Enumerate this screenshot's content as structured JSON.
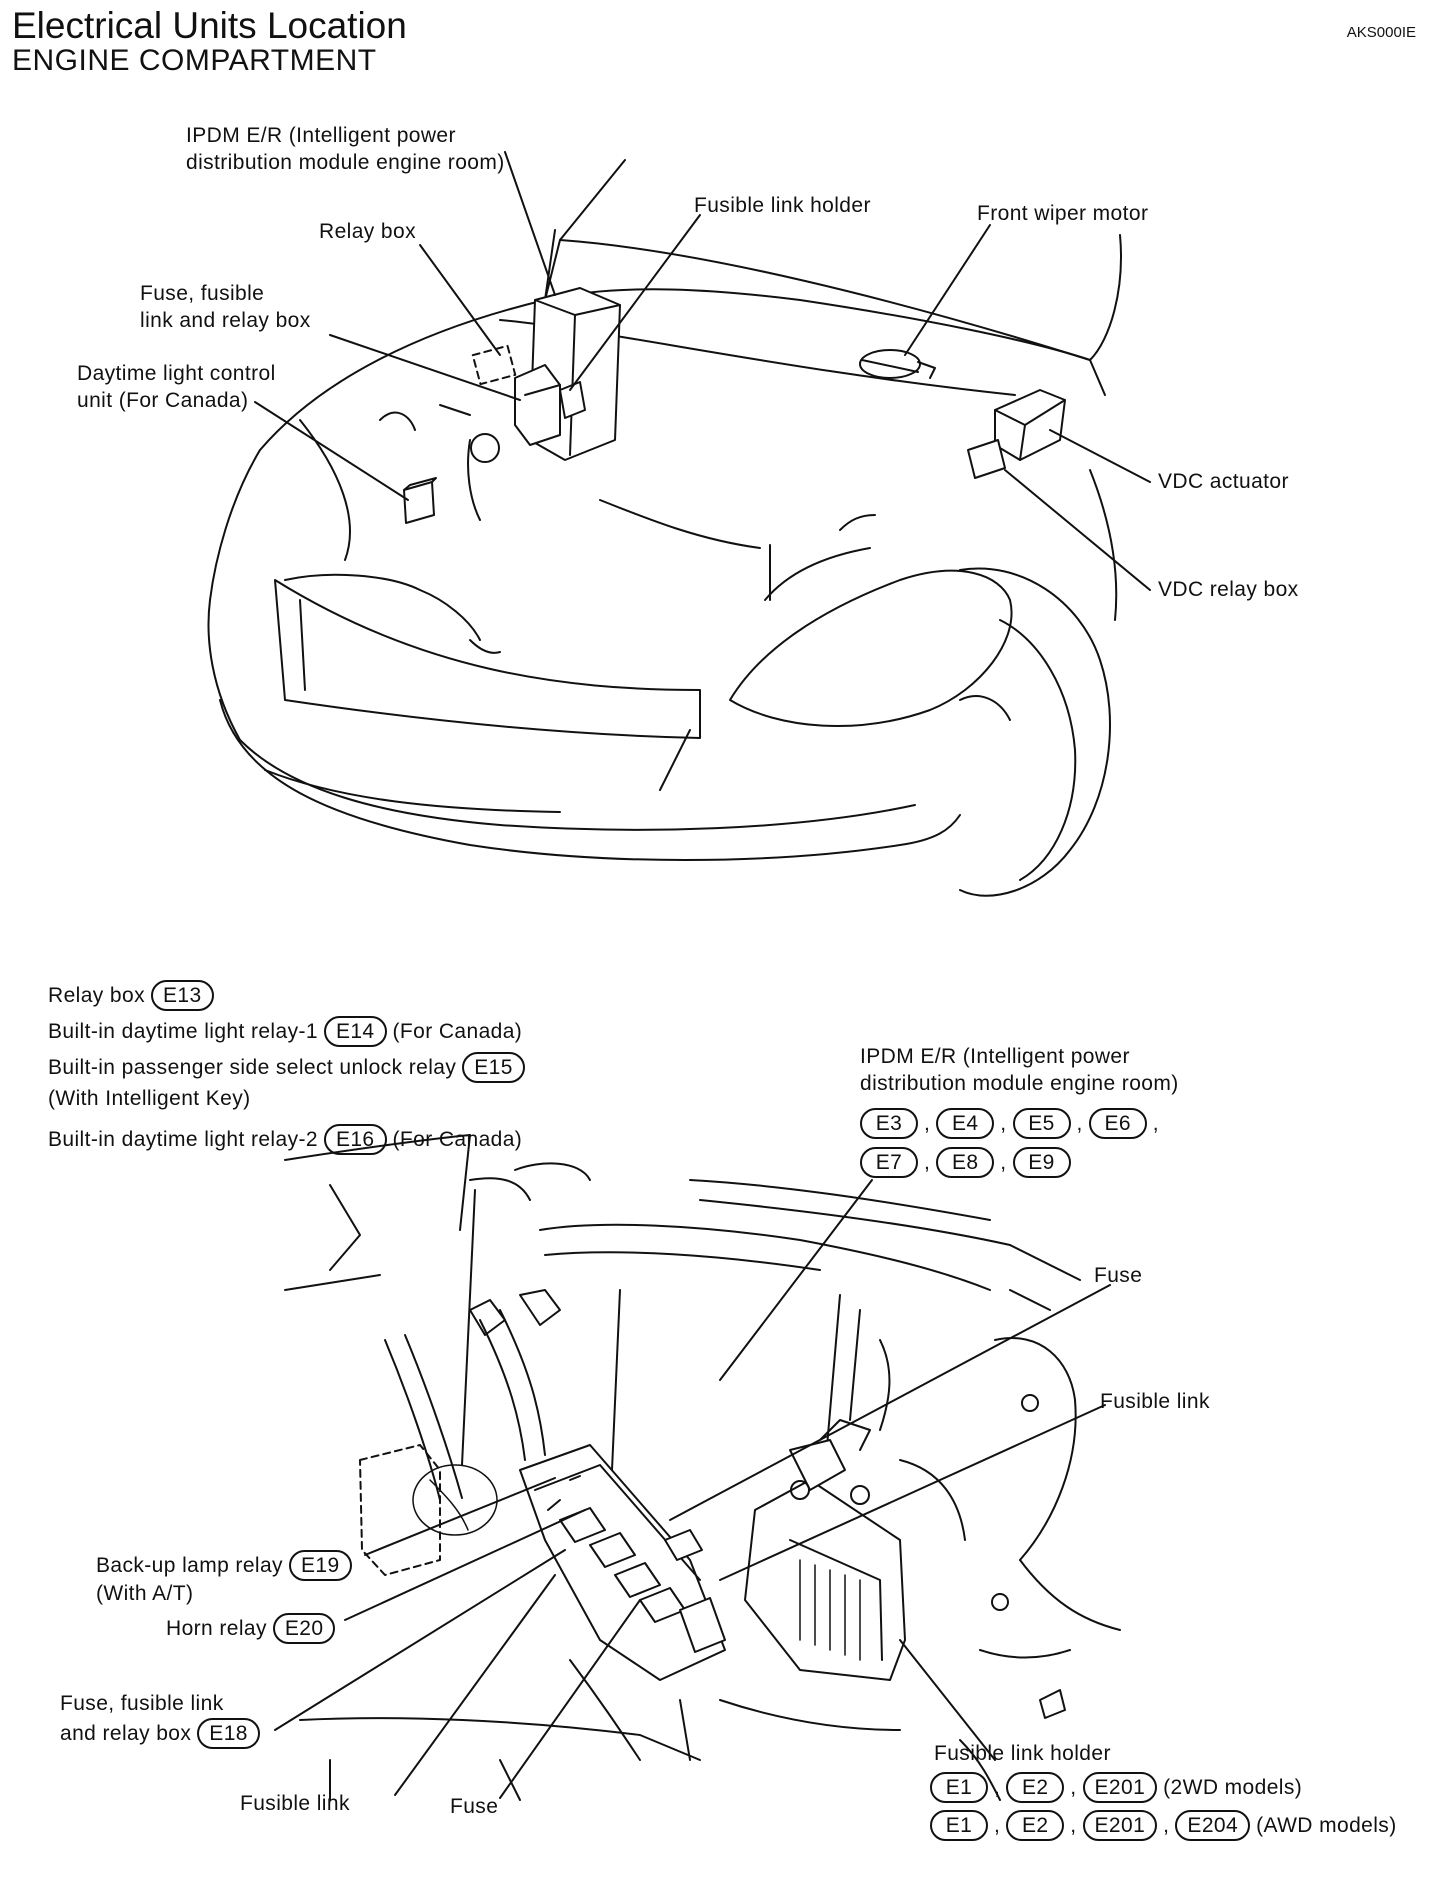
{
  "header": {
    "title": "Electrical Units Location",
    "subtitle": "ENGINE COMPARTMENT",
    "code": "AKS000IE"
  },
  "top_labels": {
    "ipdm_line1": "IPDM E/R (Intelligent power",
    "ipdm_line2": "distribution module engine room)",
    "fusible_link_holder": "Fusible link holder",
    "front_wiper_motor": "Front wiper motor",
    "relay_box": "Relay box",
    "fuse_box_line1": "Fuse, fusible",
    "fuse_box_line2": "link and relay box",
    "daytime_line1": "Daytime light control",
    "daytime_line2": "unit (For Canada)",
    "vdc_actuator": "VDC actuator",
    "vdc_relay_box": "VDC relay box"
  },
  "relay_list": {
    "relay_box": "Relay box",
    "relay_box_tag": "E13",
    "drl1": "Built-in daytime light relay-1",
    "drl1_tag": "E14",
    "drl1_note": "(For Canada)",
    "unlock": "Built-in passenger side select unlock relay",
    "unlock_tag": "E15",
    "unlock_note": "(With Intelligent Key)",
    "drl2": "Built-in daytime light relay-2",
    "drl2_tag": "E16",
    "drl2_note": "(For Canada)"
  },
  "ipdm_block": {
    "line1": "IPDM E/R (Intelligent power",
    "line2": "distribution module engine room)",
    "row1": [
      "E3",
      "E4",
      "E5",
      "E6"
    ],
    "row2": [
      "E7",
      "E8",
      "E9"
    ],
    "sep": ","
  },
  "bottom_labels": {
    "fuse": "Fuse",
    "fusible_link": "Fusible link",
    "backup_line1": "Back-up lamp relay",
    "backup_tag": "E19",
    "backup_line2": "(With A/T)",
    "horn": "Horn relay",
    "horn_tag": "E20",
    "fuse_box_line1": "Fuse, fusible link",
    "fuse_box_line2": "and relay box",
    "fuse_box_tag": "E18",
    "fusible_link_bottom": "Fusible link",
    "fuse_bottom": "Fuse",
    "holder": "Fusible link holder",
    "holder_2wd": [
      "E1",
      "E2",
      "E201"
    ],
    "holder_2wd_note": "(2WD models)",
    "holder_awd": [
      "E1",
      "E2",
      "E201",
      "E204"
    ],
    "holder_awd_note": "(AWD models)"
  }
}
